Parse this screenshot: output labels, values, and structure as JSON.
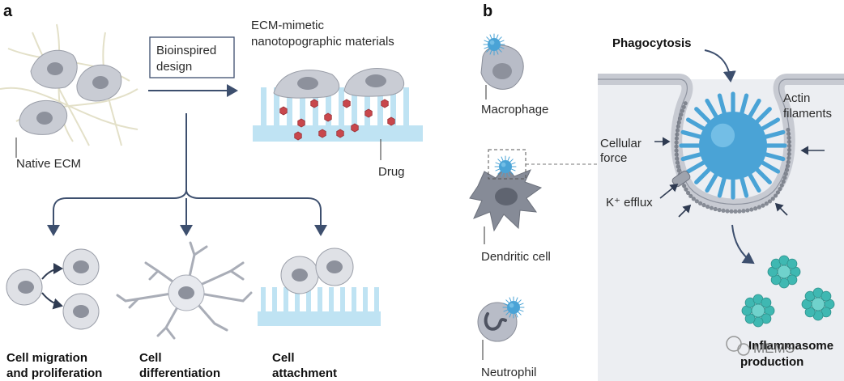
{
  "panel_a": {
    "letter": "a",
    "native_ecm": "Native ECM",
    "design_line1": "Bioinspired",
    "design_line2": "design",
    "material_line1": "ECM-mimetic",
    "material_line2": "nanotopographic materials",
    "drug": "Drug",
    "outcome1_line1": "Cell migration",
    "outcome1_line2": "and proliferation",
    "outcome2_line1": "Cell",
    "outcome2_line2": "differentiation",
    "outcome3_line1": "Cell",
    "outcome3_line2": "attachment"
  },
  "panel_b": {
    "letter": "b",
    "macrophage": "Macrophage",
    "dendritic_cell": "Dendritic cell",
    "neutrophil": "Neutrophil",
    "phagocytosis": "Phagocytosis",
    "actin_line1": "Actin",
    "actin_line2": "filaments",
    "force_line1": "Cellular",
    "force_line2": "force",
    "k_efflux": "K⁺ efflux",
    "inflammasome_line1": "Inflammasome",
    "inflammasome_line2": "production"
  },
  "watermark": "MEMS",
  "colors": {
    "cell_gray": "#c9ccd4",
    "nucleus": "#8d919c",
    "substrate_blue": "#bfe3f3",
    "drug_red": "#c8474c",
    "arrow_navy": "#3d4f6e",
    "particle_blue": "#4aa3d6",
    "inflammasome_teal": "#3fb8b2"
  }
}
